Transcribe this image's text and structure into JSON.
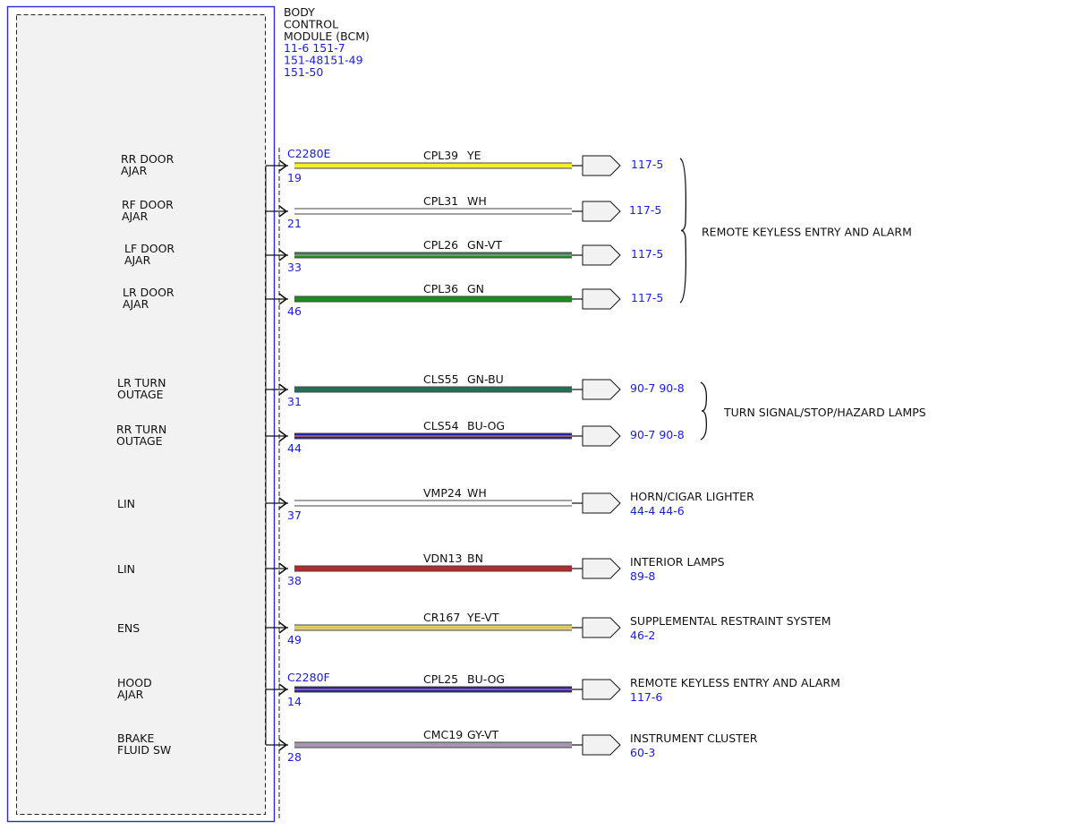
{
  "module": {
    "title_lines": [
      "BODY",
      "CONTROL",
      "MODULE (BCM)"
    ],
    "ref_lines": [
      "11-6  151-7",
      "151-48151-49",
      "151-50"
    ]
  },
  "colors": {
    "frame": "#2b2bd6",
    "ref_text": "#1a1ae6",
    "text": "#111111",
    "module_fill": "#f2f2f2"
  },
  "circuits": [
    {
      "func": [
        "RR DOOR",
        "AJAR"
      ],
      "connector": "C2280E",
      "pin": "19",
      "circuit": "CPL39",
      "wire_color": "YE",
      "fill": "#f5ef2a",
      "stripe": null,
      "dest": [
        "117-5"
      ]
    },
    {
      "func": [
        "RF DOOR",
        "AJAR"
      ],
      "connector": "",
      "pin": "21",
      "circuit": "CPL31",
      "wire_color": "WH",
      "fill": "#ffffff",
      "stripe": null,
      "dest": [
        "117-5"
      ]
    },
    {
      "func": [
        "LF DOOR",
        "AJAR"
      ],
      "connector": "",
      "pin": "33",
      "circuit": "CPL26",
      "wire_color": "GN-VT",
      "fill": "#2e8b2e",
      "stripe": "#b08fc7",
      "dest": [
        "117-5"
      ]
    },
    {
      "func": [
        "LR DOOR",
        "AJAR"
      ],
      "connector": "",
      "pin": "46",
      "circuit": "CPL36",
      "wire_color": "GN",
      "fill": "#1f8a1f",
      "stripe": null,
      "dest": [
        "117-5"
      ]
    },
    {
      "func": [
        "LR TURN",
        "OUTAGE"
      ],
      "connector": "",
      "pin": "31",
      "circuit": "CLS55",
      "wire_color": "GN-BU",
      "fill": "#1f7a3a",
      "stripe": "#3050c8",
      "dest": [
        "90-7  90-8"
      ]
    },
    {
      "func": [
        "RR TURN",
        "OUTAGE"
      ],
      "connector": "",
      "pin": "44",
      "circuit": "CLS54",
      "wire_color": "BU-OG",
      "fill": "#1c1cb4",
      "stripe": "#e8912a",
      "dest": [
        "90-7  90-8"
      ]
    },
    {
      "func": [
        "LIN"
      ],
      "connector": "",
      "pin": "37",
      "circuit": "VMP24",
      "wire_color": "WH",
      "fill": "#ffffff",
      "stripe": null,
      "dest_name": "HORN/CIGAR LIGHTER",
      "dest": [
        "44-4  44-6"
      ]
    },
    {
      "func": [
        "LIN"
      ],
      "connector": "",
      "pin": "38",
      "circuit": "VDN13",
      "wire_color": "BN",
      "fill": "#b32b2b",
      "stripe": null,
      "dest_name": "INTERIOR LAMPS",
      "dest": [
        "89-8"
      ]
    },
    {
      "func": [
        "ENS"
      ],
      "connector": "",
      "pin": "49",
      "circuit": "CR167",
      "wire_color": "YE-VT",
      "fill": "#e8d84a",
      "stripe": "#c9a8d8",
      "dest_name": "SUPPLEMENTAL RESTRAINT SYSTEM",
      "dest": [
        "46-2"
      ]
    },
    {
      "func": [
        "HOOD",
        "AJAR"
      ],
      "connector": "C2280F",
      "pin": "14",
      "circuit": "CPL25",
      "wire_color": "BU-OG",
      "fill": "#1c1cb4",
      "stripe": "#e8912a",
      "dest_name": "REMOTE KEYLESS ENTRY AND ALARM",
      "dest": [
        "117-6"
      ]
    },
    {
      "func": [
        "BRAKE",
        "FLUID SW"
      ],
      "connector": "",
      "pin": "28",
      "circuit": "CMC19",
      "wire_color": "GY-VT",
      "fill": "#a59aaa",
      "stripe": "#b088c0",
      "dest_name": "INSTRUMENT CLUSTER",
      "dest": [
        "60-3"
      ]
    }
  ],
  "groups": [
    {
      "label": "REMOTE KEYLESS ENTRY AND ALARM",
      "first": 0,
      "last": 3
    },
    {
      "label": "TURN SIGNAL/STOP/HAZARD LAMPS",
      "first": 4,
      "last": 5
    }
  ]
}
